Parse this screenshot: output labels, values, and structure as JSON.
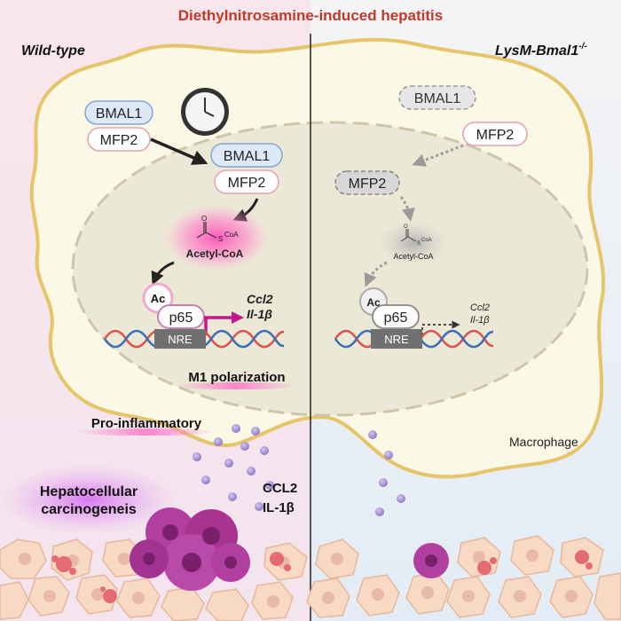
{
  "title": "Diethylnitrosamine-induced hepatitis",
  "panels": {
    "left": {
      "label": "Wild-type",
      "bmal1_cyto": "BMAL1",
      "mfp2_cyto": "MFP2",
      "bmal1_nuc": "BMAL1",
      "mfp2_nuc": "MFP2",
      "acetyl_coa": "Acetyl-CoA",
      "coa_small": "CoA",
      "o_atom": "O",
      "s_atom": "S",
      "ac": "Ac",
      "p65": "p65",
      "nre": "NRE",
      "gene1": "Ccl2",
      "gene2": "Il-1β",
      "m1": "M1 polarization",
      "pro_inflammatory": "Pro-inflammatory",
      "ccl2": "CCL2",
      "il1b": "IL-1β",
      "hcc_line1": "Hepatocellular",
      "hcc_line2": "carcinogeneis"
    },
    "right": {
      "label_main": "LysM-Bmal1",
      "label_sup": "-/-",
      "bmal1": "BMAL1",
      "mfp2_cyto": "MFP2",
      "mfp2_nuc": "MFP2",
      "acetyl_coa": "Acetyl-CoA",
      "coa_small": "CoA",
      "o_atom": "O",
      "s_atom": "S",
      "ac": "Ac",
      "p65": "p65",
      "nre": "NRE",
      "gene1": "Ccl2",
      "gene2": "Il-1β",
      "macrophage": "Macrophage"
    }
  },
  "colors": {
    "title": "#c0392b",
    "cell_outline": "#e5c46a",
    "cell_fill": "#fbf8e6",
    "nucleus_fill": "#ece8d6",
    "bmal1_fill": "#dde9f7",
    "bmal1_stroke": "#7ea6d6",
    "mfp2_stroke": "#e5a0b2",
    "magenta": "#c2188b",
    "nre_fill": "#707070",
    "dna_red": "#d9534f",
    "dna_blue": "#3a6fb5",
    "tumor": "#a8348f"
  },
  "icons": {
    "clock": "clock-icon"
  }
}
